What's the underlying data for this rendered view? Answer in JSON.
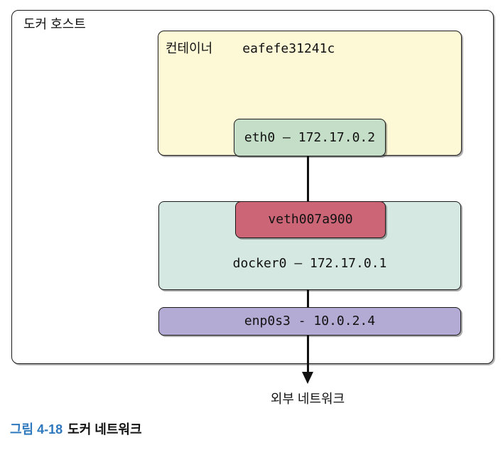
{
  "colors": {
    "border": "#1a1a1a",
    "container_fill": "#FDF8D5",
    "eth0_fill": "#C5DEC8",
    "veth_fill": "#CC6677",
    "bridge_fill": "#D6E8E2",
    "host_nic_fill": "#B3ABD3",
    "caption_accent": "#2E78BE"
  },
  "diagram": {
    "host_label": "도커 호스트",
    "container_label": "컨테이너",
    "container_id": "eafefe31241c",
    "eth0_label": "eth0 – 172.17.0.2",
    "veth_label": "veth007a900",
    "bridge_label": "docker0 – 172.17.0.1",
    "host_nic_label": "enp0s3 - 10.0.2.4",
    "external_label": "외부 네트워크"
  },
  "caption": {
    "figure_number": "그림 4-18",
    "figure_title": "도커 네트워크"
  }
}
